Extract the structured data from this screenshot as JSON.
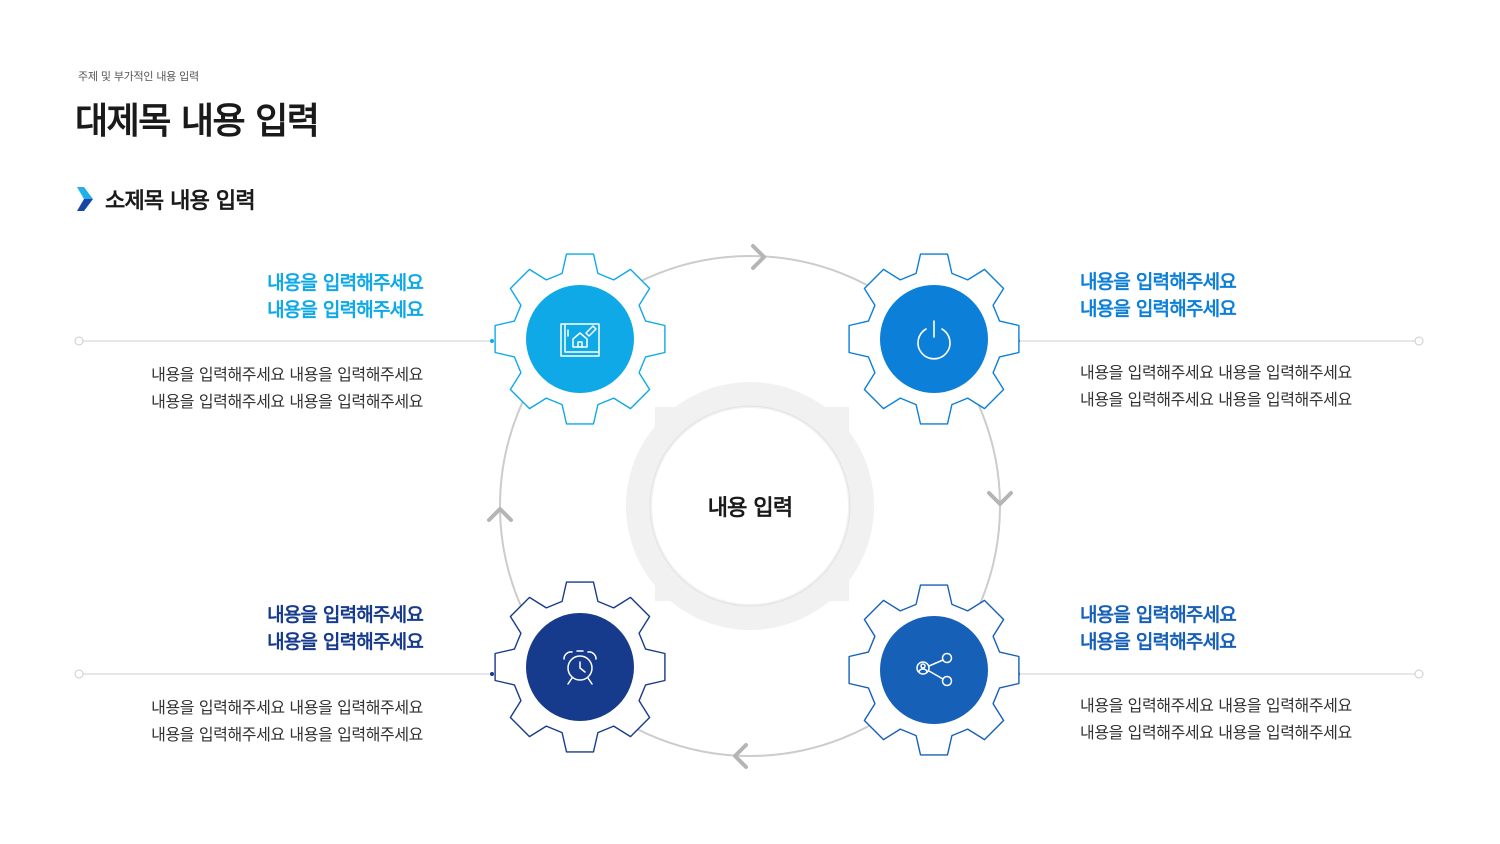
{
  "header": {
    "top_label": "주제 및 부가적인 내용 입력",
    "title": "대제목 내용 입력",
    "subtitle": "소제목 내용 입력"
  },
  "center": {
    "label": "내용 입력"
  },
  "colors": {
    "accent_1": "#0ea9e6",
    "accent_2": "#0c7fd8",
    "accent_3": "#173b8c",
    "accent_4": "#1660b8",
    "ring": "#cccccc",
    "center_ring": "#f1f1f1"
  },
  "items": [
    {
      "heading_1": "내용을 입력해주세요",
      "heading_2": "내용을 입력해주세요",
      "desc_1": "내용을 입력해주세요 내용을 입력해주세요",
      "desc_2": "내용을 입력해주세요 내용을 입력해주세요",
      "icon": "house-chart-icon"
    },
    {
      "heading_1": "내용을 입력해주세요",
      "heading_2": "내용을 입력해주세요",
      "desc_1": "내용을 입력해주세요 내용을 입력해주세요",
      "desc_2": "내용을 입력해주세요 내용을 입력해주세요",
      "icon": "power-icon"
    },
    {
      "heading_1": "내용을 입력해주세요",
      "heading_2": "내용을 입력해주세요",
      "desc_1": "내용을 입력해주세요 내용을 입력해주세요",
      "desc_2": "내용을 입력해주세요 내용을 입력해주세요",
      "icon": "alarm-clock-icon"
    },
    {
      "heading_1": "내용을 입력해주세요",
      "heading_2": "내용을 입력해주세요",
      "desc_1": "내용을 입력해주세요 내용을 입력해주세요",
      "desc_2": "내용을 입력해주세요 내용을 입력해주세요",
      "icon": "share-user-icon"
    }
  ]
}
